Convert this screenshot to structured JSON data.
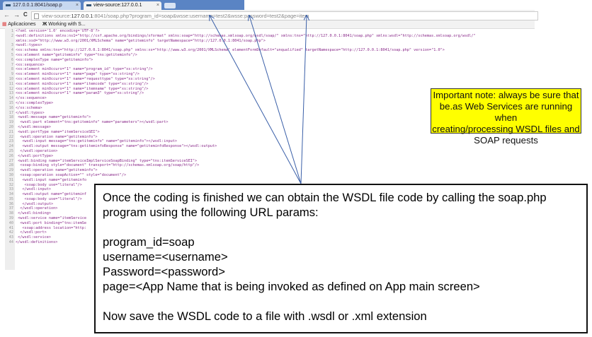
{
  "browser": {
    "tabs": [
      {
        "label": "127.0.0.1:8041/soap.p",
        "close": "×"
      },
      {
        "label": "view-source:127.0.0.1",
        "close": "×"
      }
    ],
    "nav": {
      "back": "←",
      "forward": "→",
      "reload": "C"
    },
    "url": {
      "prefix": "view-source:",
      "host": "127.0.0.1",
      "rest": ":8041/soap.php?program_id=soap&wsse:username=test2&wsse:password=test2&page=item"
    },
    "bookmarks": [
      {
        "icon": "apps-grid-icon",
        "label": "Aplicaciones"
      },
      {
        "icon": "bookmark-icon",
        "label": "Working with S..."
      }
    ]
  },
  "source_lines": [
    {
      "n": "1",
      "text": "<?xml version='1.0' encoding='UTF-8'?>"
    },
    {
      "n": "2",
      "text": "<wsdl:definitions xmlns:ns1=\"http://cxf.apache.org/bindings/xformat\" xmlns:soap=\"http://schemas.xmlsoap.org/wsdl/soap/\" xmlns:tns=\"http://127.0.0.1:8041/soap.php\" xmlns:wsdl=\"http://schemas.xmlsoap.org/wsdl/\""
    },
    {
      "n": "",
      "text": "xmlns:xsd=\"http://www.w3.org/2001/XMLSchema\" name=\"getiteminfo\" targetNamespace=\"http://127.0.0.1:8041/soap.php\">"
    },
    {
      "n": "3",
      "text": "<wsdl:types>"
    },
    {
      "n": "4",
      "text": "<xs:schema xmlns:tns=\"http://127.0.0.1:8041/soap.php\" xmlns:xs=\"http://www.w3.org/2001/XMLSchema\" elementFormDefault=\"unqualified\" targetNamespace=\"http://127.0.0.1:8041/soap.php\" version=\"1.0\">"
    },
    {
      "n": "5",
      "text": "<xs:element name=\"getiteminfo\" type=\"tns:getiteminfo\"/>"
    },
    {
      "n": "6",
      "text": "<xs:complexType name=\"getiteminfo\">"
    },
    {
      "n": "7",
      "text": "<xs:sequence>"
    },
    {
      "n": "8",
      "text": "<xs:element minOccurs=\"1\" name=\"program_id\" type=\"xs:string\"/>"
    },
    {
      "n": "9",
      "text": "<xs:element minOccurs=\"1\" name=\"page\" type=\"xs:string\"/>"
    },
    {
      "n": "10",
      "text": "<xs:element minOccurs=\"1\" name=\"requesttype\" type=\"xs:string\"/>"
    },
    {
      "n": "11",
      "text": "<xs:element minOccurs=\"1\" name=\"itemcode\" type=\"xs:string\"/>"
    },
    {
      "n": "12",
      "text": "<xs:element minOccurs=\"1\" name=\"itemname\" type=\"xs:string\"/>"
    },
    {
      "n": "13",
      "text": "<xs:element minOccurs=\"1\" name=\"param3\" type=\"xs:string\"/>"
    },
    {
      "n": "14",
      "text": "</xs:sequence>"
    },
    {
      "n": "15",
      "text": "</xs:complexType>"
    },
    {
      "n": "16",
      "text": "</xs:schema>"
    },
    {
      "n": "17",
      "text": "</wsdl:types>"
    },
    {
      "n": "18",
      "text": " <wsdl:message name=\"getiteminfo\">"
    },
    {
      "n": "19",
      "text": "  <wsdl:part element=\"tns:getiteminfo\" name=\"parameters\"></wsdl:part>"
    },
    {
      "n": "20",
      "text": " </wsdl:message>"
    },
    {
      "n": "21",
      "text": " <wsdl:portType name=\"itemServiceSEI\">"
    },
    {
      "n": "22",
      "text": "  <wsdl:operation name=\"getiteminfo\">"
    },
    {
      "n": "23",
      "text": "   <wsdl:input message=\"tns:getiteminfo\" name=\"getiteminfo\"></wsdl:input>"
    },
    {
      "n": "24",
      "text": "   <wsdl:output message=\"tns:getiteminfoResponse\" name=\"getiteminfoResponse\"></wsdl:output>"
    },
    {
      "n": "25",
      "text": "  </wsdl:operation>"
    },
    {
      "n": "26",
      "text": " </wsdl:portType>"
    },
    {
      "n": "27",
      "text": " <wsdl:binding name=\"itemServiceImplServiceSoapBinding\" type=\"tns:itemServiceSEI\">"
    },
    {
      "n": "28",
      "text": "  <soap:binding style=\"document\" transport=\"http://schemas.xmlsoap.org/soap/http\"/>"
    },
    {
      "n": "29",
      "text": "  <wsdl:operation name=\"getiteminfo\">"
    },
    {
      "n": "30",
      "text": "  <soap:operation soapAction=\"\" style=\"document\"/>"
    },
    {
      "n": "31",
      "text": "   <wsdl:input name=\"getiteminfo"
    },
    {
      "n": "32",
      "text": "    <soap:body use=\"literal\"/>"
    },
    {
      "n": "33",
      "text": "   </wsdl:input>"
    },
    {
      "n": "34",
      "text": "   <wsdl:output name=\"getiteminf"
    },
    {
      "n": "35",
      "text": "    <soap:body use=\"literal\"/>"
    },
    {
      "n": "36",
      "text": "   </wsdl:output>"
    },
    {
      "n": "37",
      "text": "  </wsdl:operation>"
    },
    {
      "n": "38",
      "text": " </wsdl:binding>"
    },
    {
      "n": "39",
      "text": " <wsdl:service name=\"itemService"
    },
    {
      "n": "40",
      "text": "  <wsdl:port binding=\"tns:itemSe"
    },
    {
      "n": "41",
      "text": "   <soap:address location=\"http:"
    },
    {
      "n": "42",
      "text": "  </wsdl:port>"
    },
    {
      "n": "43",
      "text": " </wsdl:service>"
    },
    {
      "n": "44",
      "text": "</wsdl:definitions>"
    }
  ],
  "note": {
    "lines": [
      "Important note: always be sure that",
      "be.as Web Services are running when",
      "creating/processing WSDL files and",
      "SOAP requests"
    ],
    "background": "#ffff00"
  },
  "callout": {
    "lines": [
      "Once the coding is finished we can obtain the WSDL file code by calling the soap.php",
      "program using the following URL params:",
      "",
      "program_id=soap",
      "username=<username>",
      "Password=<password>",
      "page=<App Name that is being invoked as defined on App main screen>",
      "",
      "Now save the WSDL code to a file with .wsdl or .xml extension"
    ]
  },
  "arrow_color": "#3a5fa8"
}
